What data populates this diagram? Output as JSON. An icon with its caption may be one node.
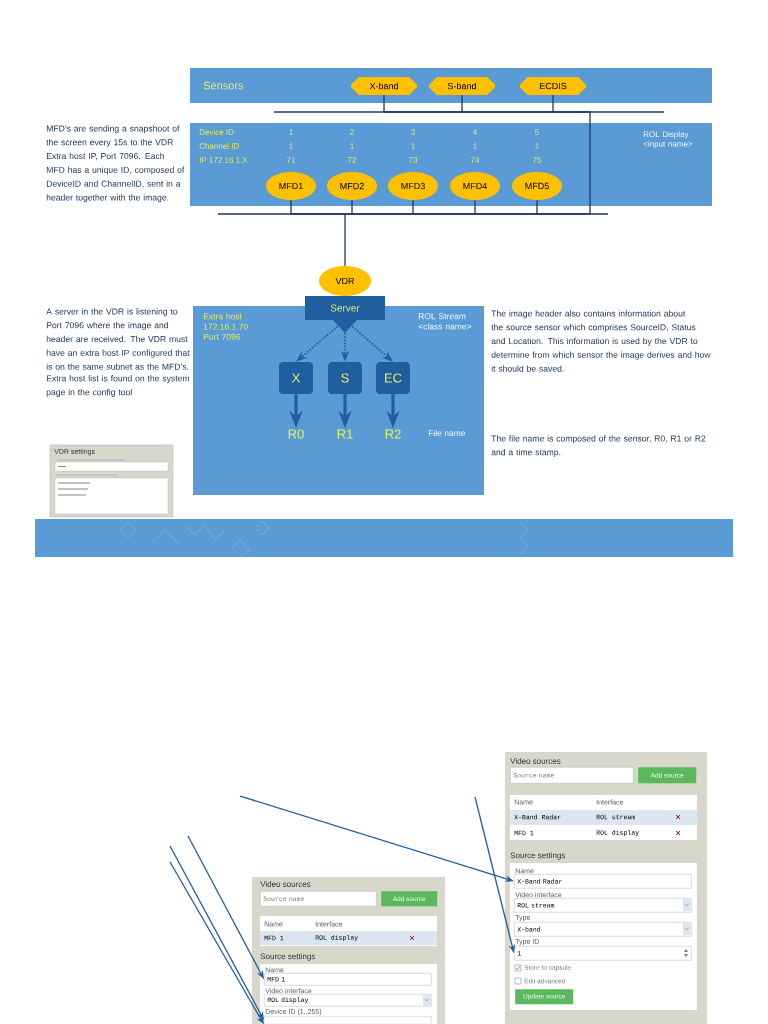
{
  "diagram": {
    "nodes": [
      {
        "text": [
          "Sensors"
        ]
      },
      {
        "text": [
          "X-band"
        ],
        "in": 0
      },
      {
        "text": [
          "S-band"
        ],
        "in": 0
      },
      {
        "text": [
          "ECDIS"
        ],
        "in": 0
      },
      {
        "text": [
          "ROL Display <input name>"
        ]
      },
      {
        "text": [
          "MFD1"
        ],
        "in": 4
      },
      {
        "text": [
          "MFD2"
        ],
        "in": 4
      },
      {
        "text": [
          "MFD3"
        ],
        "in": 4
      },
      {
        "text": [
          "MFD4"
        ],
        "in": 4
      },
      {
        "text": [
          "MFD5"
        ],
        "in": 4
      },
      {
        "text": [
          "VDR"
        ]
      },
      {
        "text": [
          "Server"
        ]
      },
      {
        "text": [
          "Extra host 172.16.1.70 Port 7096",
          "ROL Stream <class name>",
          "File name"
        ]
      },
      {
        "text": [
          "X"
        ],
        "in": 12
      },
      {
        "text": [
          "S"
        ],
        "in": 12
      },
      {
        "text": [
          "EC"
        ],
        "in": 12
      },
      {
        "text": [
          "R0"
        ],
        "in": 12
      },
      {
        "text": [
          "R1"
        ],
        "in": 12
      },
      {
        "text": [
          "R2"
        ],
        "in": 12
      },
      {
        "text": [
          "X-Band Radar"
        ],
        "beside": [
          "Name"
        ]
      },
      {
        "text": [
          "ROL stream"
        ],
        "beside": [
          "Video interface"
        ]
      },
      {
        "text": [
          "X-band"
        ],
        "beside": [
          "Type"
        ]
      },
      {
        "text": [
          "1"
        ],
        "beside": [
          "Type ID"
        ]
      },
      {
        "text": [
          "MFD 1"
        ],
        "beside": [
          "Name"
        ]
      },
      {
        "text": [
          "ROL display"
        ],
        "beside": [
          "Video interface"
        ]
      },
      {
        "text": [],
        "shape": "box",
        "beside": [
          "Device ID (1..255)"
        ]
      }
    ],
    "edges": [
      {
        "from": 1,
        "to": 10,
        "arrow": "none",
        "color": "#1f3864"
      },
      {
        "from": 2,
        "to": 10,
        "arrow": "none",
        "color": "#1f3864"
      },
      {
        "from": 3,
        "to": 10,
        "arrow": "none",
        "color": "#1f3864"
      },
      {
        "from": 5,
        "to": 10,
        "arrow": "none",
        "color": "#1f3864"
      },
      {
        "from": 6,
        "to": 10,
        "arrow": "none",
        "color": "#1f3864"
      },
      {
        "from": 7,
        "to": 10,
        "arrow": "none",
        "color": "#1f3864"
      },
      {
        "from": 8,
        "to": 10,
        "arrow": "none",
        "color": "#1f3864"
      },
      {
        "from": 9,
        "to": 10,
        "arrow": "none",
        "color": "#1f3864"
      },
      {
        "from": 11,
        "to": 13,
        "arrow": "to",
        "style": "dashed"
      },
      {
        "from": 11,
        "to": 14,
        "arrow": "to",
        "style": "dashed"
      },
      {
        "from": 11,
        "to": 15,
        "arrow": "to",
        "style": "dashed"
      },
      {
        "from": 13,
        "to": 16,
        "arrow": "to",
        "style": "thick"
      },
      {
        "from": 14,
        "to": 17,
        "arrow": "to",
        "style": "thick"
      },
      {
        "from": 15,
        "to": 18,
        "arrow": "to",
        "style": "thick"
      },
      {
        "from": null,
        "to": 19,
        "arrow": "to"
      },
      {
        "from": null,
        "to": 22,
        "arrow": "to"
      },
      {
        "from": null,
        "to": 23,
        "arrow": "to"
      },
      {
        "from": null,
        "to": 25,
        "arrow": "to"
      },
      {
        "from": null,
        "to": 25,
        "arrow": "to"
      }
    ],
    "labels": [
      "MFD’s are sending a snapshoot of the screen every 15s to the VDR Extra host IP, Port 7096. Each MFD has a unique ID, composed of DeviceID and ChannelID, sent in a header together with the image.",
      "Device ID",
      "1",
      "2",
      "3",
      "4",
      "5",
      "Channel ID",
      "1",
      "1",
      "1",
      "1",
      "1",
      "IP 172.16.1.X",
      "71",
      "72",
      "73",
      "74",
      "75",
      "A server in the VDR is listening to Port 7096 where the image and header are received. The VDR must have an extra host IP configured that is on the same subnet as the MFD’s.",
      "Extra host list is found on the system page in the config tool",
      "VDR settings",
      "The image header also contains information about the source sensor which comprises SourceID, Status and Location. This information is used by the VDR to determine from which sensor the image derives and how it should be saved.",
      "The file name is composed of the sensor, R0, R1 or R2 and a time stamp.",
      "Video sources",
      "Source name",
      "Add source",
      "Name",
      "Interface",
      "X-Band Radar",
      "ROL stream",
      "MFD 1",
      "ROL display",
      "Source settings",
      "Store to capsule",
      "Edit advanced",
      "Update source",
      "Video sources",
      "Source name",
      "Add source",
      "Name",
      "Interface",
      "MFD 1",
      "ROL display",
      "Source settings"
    ]
  }
}
